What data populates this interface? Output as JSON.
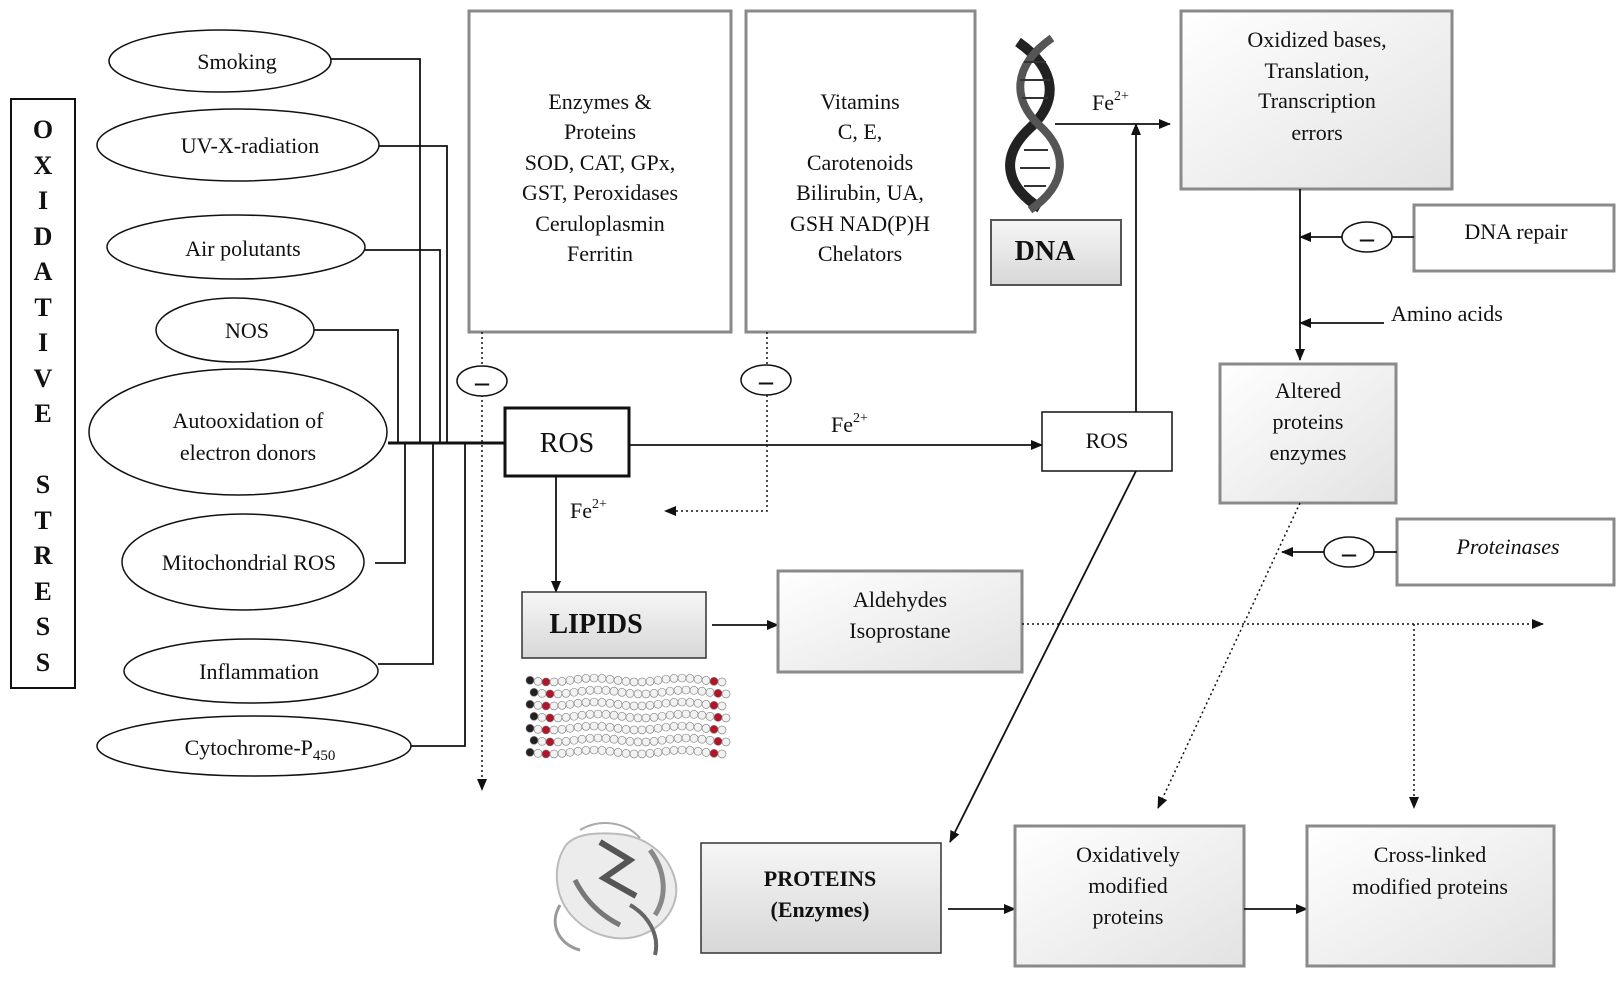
{
  "side_label": [
    "O",
    "X",
    "I",
    "D",
    "A",
    "T",
    "I",
    "V",
    "E",
    "",
    "S",
    "T",
    "R",
    "E",
    "S",
    "S"
  ],
  "sources": {
    "smoking": "Smoking",
    "uv": "UV-X-radiation",
    "air": "Air polutants",
    "nos": "NOS",
    "autoox_1": "Autooxidation of",
    "autoox_2": "electron donors",
    "mito": "Mitochondrial ROS",
    "inflammation": "Inflammation",
    "cyto_main": "Cytochrome-P",
    "cyto_sub": "450"
  },
  "antioxidants": {
    "enzymes": [
      "Enzymes &",
      "Proteins",
      "SOD, CAT, GPx,",
      "GST, Peroxidases",
      "Ceruloplasmin",
      "Ferritin"
    ],
    "vitamins": [
      "Vitamins",
      "C, E,",
      "Carotenoids",
      "Bilirubin, UA,",
      "GSH NAD(P)H",
      "Chelators"
    ]
  },
  "ros_main": "ROS",
  "ros_right": "ROS",
  "dna": "DNA",
  "dna_errors": [
    "Oxidized bases,",
    "Translation,",
    "Transcription",
    "errors"
  ],
  "dna_repair": "DNA repair",
  "amino_acids": "Amino acids",
  "altered": [
    "Altered",
    "proteins",
    "enzymes"
  ],
  "proteinases": "Proteinases",
  "lipids": "LIPIDS",
  "aldehydes": [
    "Aldehydes",
    "Isoprostane"
  ],
  "proteins": [
    "PROTEINS",
    "(Enzymes)"
  ],
  "ox_modified": [
    "Oxidatively",
    "modified",
    "proteins"
  ],
  "cross_linked": [
    "Cross-linked",
    "modified proteins"
  ],
  "fe_base": "Fe",
  "fe_sup": "2+",
  "minus": "–"
}
